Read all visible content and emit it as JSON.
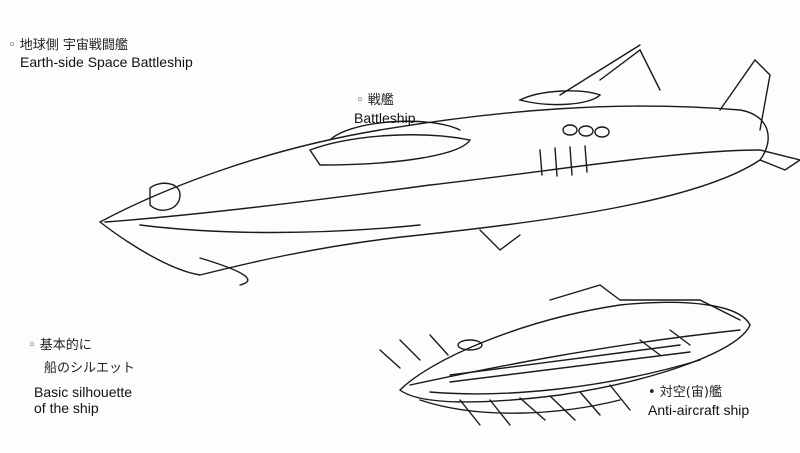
{
  "annotations": {
    "earth_side": {
      "jp": "◦ 地球側 宇宙戦闘艦",
      "en": "Earth-side Space Battleship"
    },
    "battleship": {
      "jp": "◦ 戦艦",
      "en": "Battleship"
    },
    "silhouette": {
      "jp_line1": "◦ 基本的に",
      "jp_line2": "船のシルエット",
      "en_line1": "Basic silhouette",
      "en_line2": "of the ship"
    },
    "anti_aircraft": {
      "jp": "• 対空(宙)艦",
      "en": "Anti-aircraft ship"
    }
  }
}
